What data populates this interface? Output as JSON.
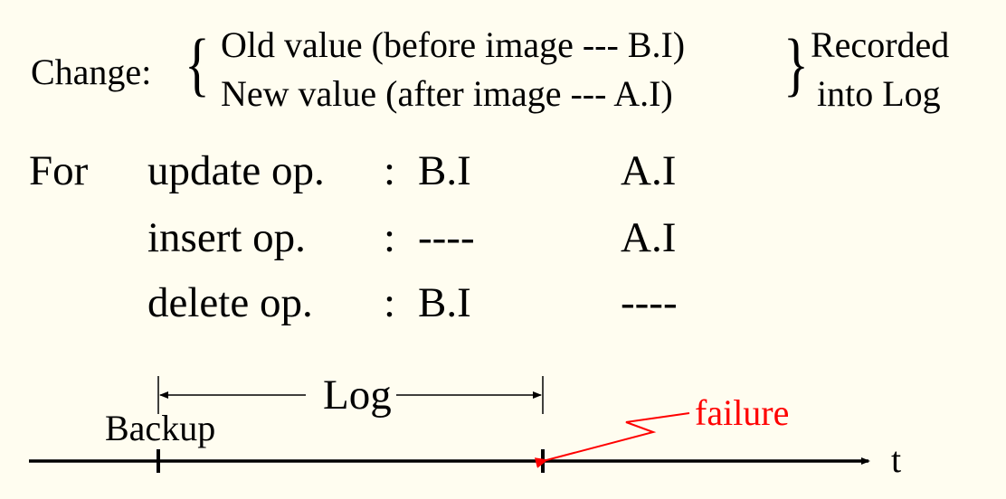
{
  "change": {
    "label": "Change:",
    "old_value": "Old value (before image --- B.I)",
    "new_value": "New value (after image --- A.I)",
    "recorded_line1": "Recorded",
    "recorded_line2": "into  Log"
  },
  "ops": {
    "for_label": "For",
    "rows": [
      {
        "op": "update op.",
        "colon": ":",
        "before": "B.I",
        "after": "A.I"
      },
      {
        "op": "insert op.",
        "colon": ":",
        "before": "----",
        "after": "A.I"
      },
      {
        "op": "delete op.",
        "colon": ":",
        "before": "B.I",
        "after": "----"
      }
    ]
  },
  "timeline": {
    "log_label": "Log",
    "backup_label": "Backup",
    "failure_label": "failure",
    "axis_label": "t",
    "failure_color": "#ff0000"
  }
}
